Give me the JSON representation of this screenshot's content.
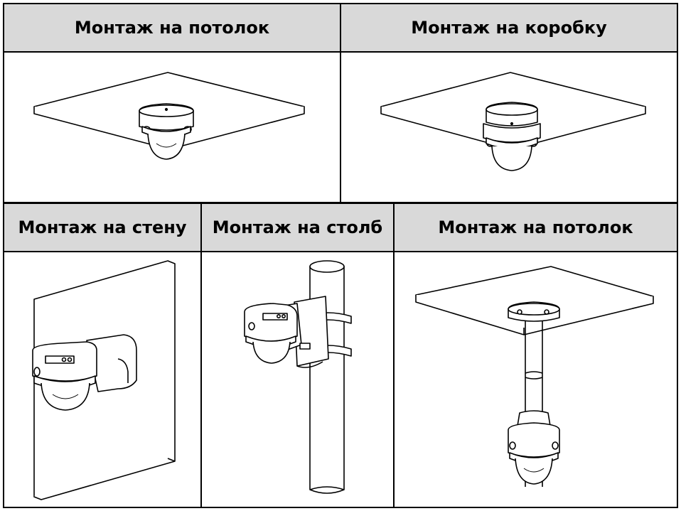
{
  "cells": [
    {
      "title": "Монтаж на потолок",
      "illustration": "ceiling-mount-illustration"
    },
    {
      "title": "Монтаж на коробку",
      "illustration": "box-mount-illustration"
    },
    {
      "title": "Монтаж на стену",
      "illustration": "wall-mount-illustration"
    },
    {
      "title": "Монтаж на столб",
      "illustration": "pole-mount-illustration"
    },
    {
      "title": "Монтаж на потолок",
      "illustration": "pendant-mount-illustration"
    }
  ]
}
